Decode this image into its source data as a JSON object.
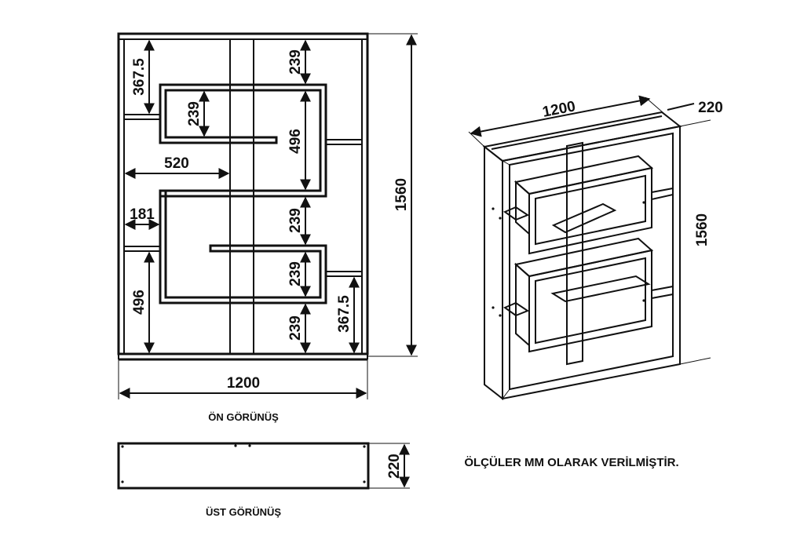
{
  "front_view": {
    "caption": "ÖN GÖRÜNÜŞ",
    "dims": {
      "top_left_367": "367.5",
      "top_right_239": "239",
      "inner_239": "239",
      "center_496": "496",
      "left_520": "520",
      "left_181": "181",
      "middle_239": "239",
      "lower_239": "239",
      "bottom_left_496": "496",
      "bottom_239": "239",
      "bottom_right_367": "367.5",
      "height_1560": "1560",
      "width_1200": "1200"
    }
  },
  "top_view": {
    "caption": "ÜST GÖRÜNÜŞ",
    "depth": "220"
  },
  "iso_view": {
    "width": "1200",
    "depth": "220",
    "height": "1560"
  },
  "note": "ÖLÇÜLER MM OLARAK VERİLMİŞTİR."
}
